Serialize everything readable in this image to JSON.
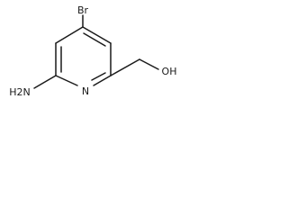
{
  "molecule": {
    "atoms": {
      "bromine": "Br",
      "amine": "H2N",
      "ring_nitrogen": "N",
      "hydroxyl": "OH"
    }
  },
  "colors": {
    "bond": "#1a1a1a",
    "label": "#1a1a1a",
    "background": "#ffffff"
  }
}
